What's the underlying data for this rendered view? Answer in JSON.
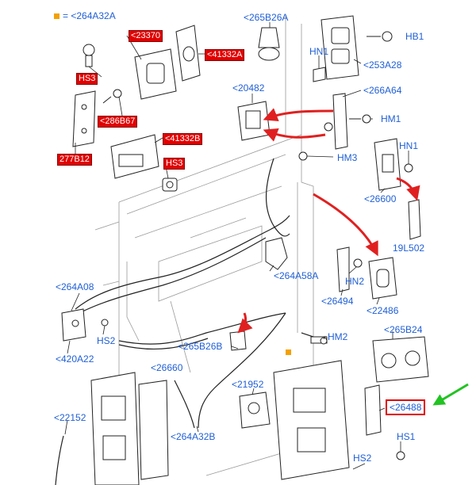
{
  "legend": {
    "label": "= <264A32A",
    "marker_color": "#f3a100"
  },
  "callouts_red": {
    "c23370": "<23370",
    "c41332a": "<41332A",
    "hs3_top": "HS3",
    "c28b67": "<286B67",
    "c41332b": "<41332B",
    "c277b12": "277B12",
    "hs3_bot": "HS3"
  },
  "callouts_blue": {
    "c265b26a": "<265B26A",
    "hn1_top": "HN1",
    "hb1": "HB1",
    "c253a28": "<253A28",
    "c20482": "<20482",
    "c266a64": "<266A64",
    "hm1": "HM1",
    "hn1_right": "HN1",
    "hm3": "HM3",
    "c26600": "<26600",
    "c19l502": "19L502",
    "c264a58a": "<264A58A",
    "hn2": "HN2",
    "c26494": "<26494",
    "c22486": "<22486",
    "c264a08": "<264A08",
    "hs2_left": "HS2",
    "c420a22": "<420A22",
    "c265b26b": "<265B26B",
    "hm2": "HM2",
    "c26660": "<26660",
    "c265b24": "<265B24",
    "c21952": "<21952",
    "c22152": "<22152",
    "c264a32b": "<264A32B",
    "hs1": "HS1",
    "hs2_bottom": "HS2"
  },
  "highlight_box": {
    "label": "<26488",
    "color": "#e00000"
  },
  "pointer_arrow": {
    "color": "#22c322"
  },
  "colors": {
    "callout_text": "#1f5fd6",
    "red_label_bg": "#e10000",
    "line_art": "#222222",
    "arrow_red": "#e02020"
  }
}
